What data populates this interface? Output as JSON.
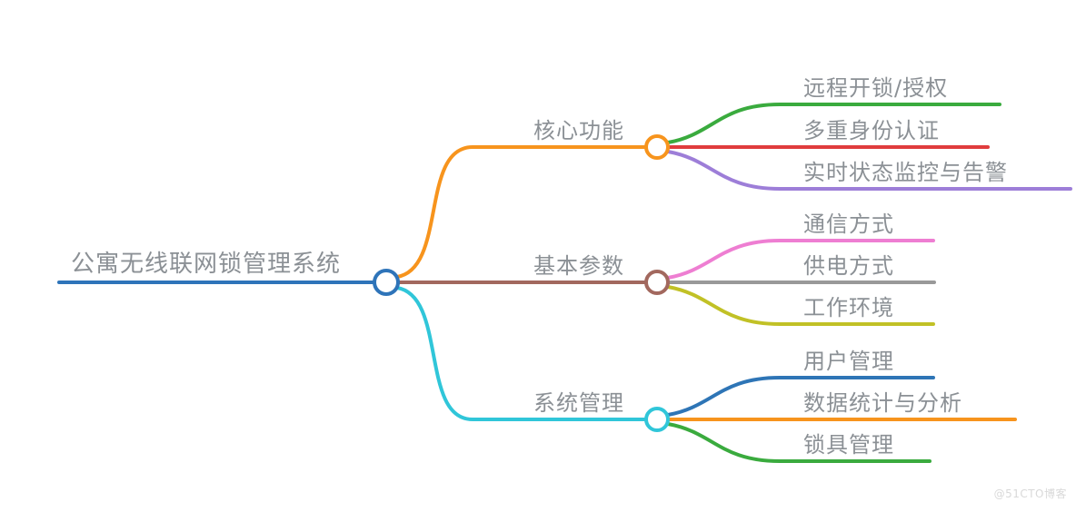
{
  "watermark": {
    "text": "@51CTO博客"
  },
  "mindmap": {
    "root": {
      "label": "公寓无线联网锁管理系统",
      "color": "#2e74b9"
    },
    "branches": [
      {
        "label": "核心功能",
        "color": "#f7941d",
        "children": [
          {
            "label": "远程开锁/授权",
            "color": "#3aab3e"
          },
          {
            "label": "多重身份认证",
            "color": "#e03c3d"
          },
          {
            "label": "实时状态监控与告警",
            "color": "#9d7ed8"
          }
        ]
      },
      {
        "label": "基本参数",
        "color": "#a2685e",
        "children": [
          {
            "label": "通信方式",
            "color": "#ee7ed2"
          },
          {
            "label": "供电方式",
            "color": "#999999"
          },
          {
            "label": "工作环境",
            "color": "#c1c126"
          }
        ]
      },
      {
        "label": "系统管理",
        "color": "#30c6d9",
        "children": [
          {
            "label": "用户管理",
            "color": "#2e75b6"
          },
          {
            "label": "数据统计与分析",
            "color": "#f7941d"
          },
          {
            "label": "锁具管理",
            "color": "#3aab3e"
          }
        ]
      }
    ]
  }
}
